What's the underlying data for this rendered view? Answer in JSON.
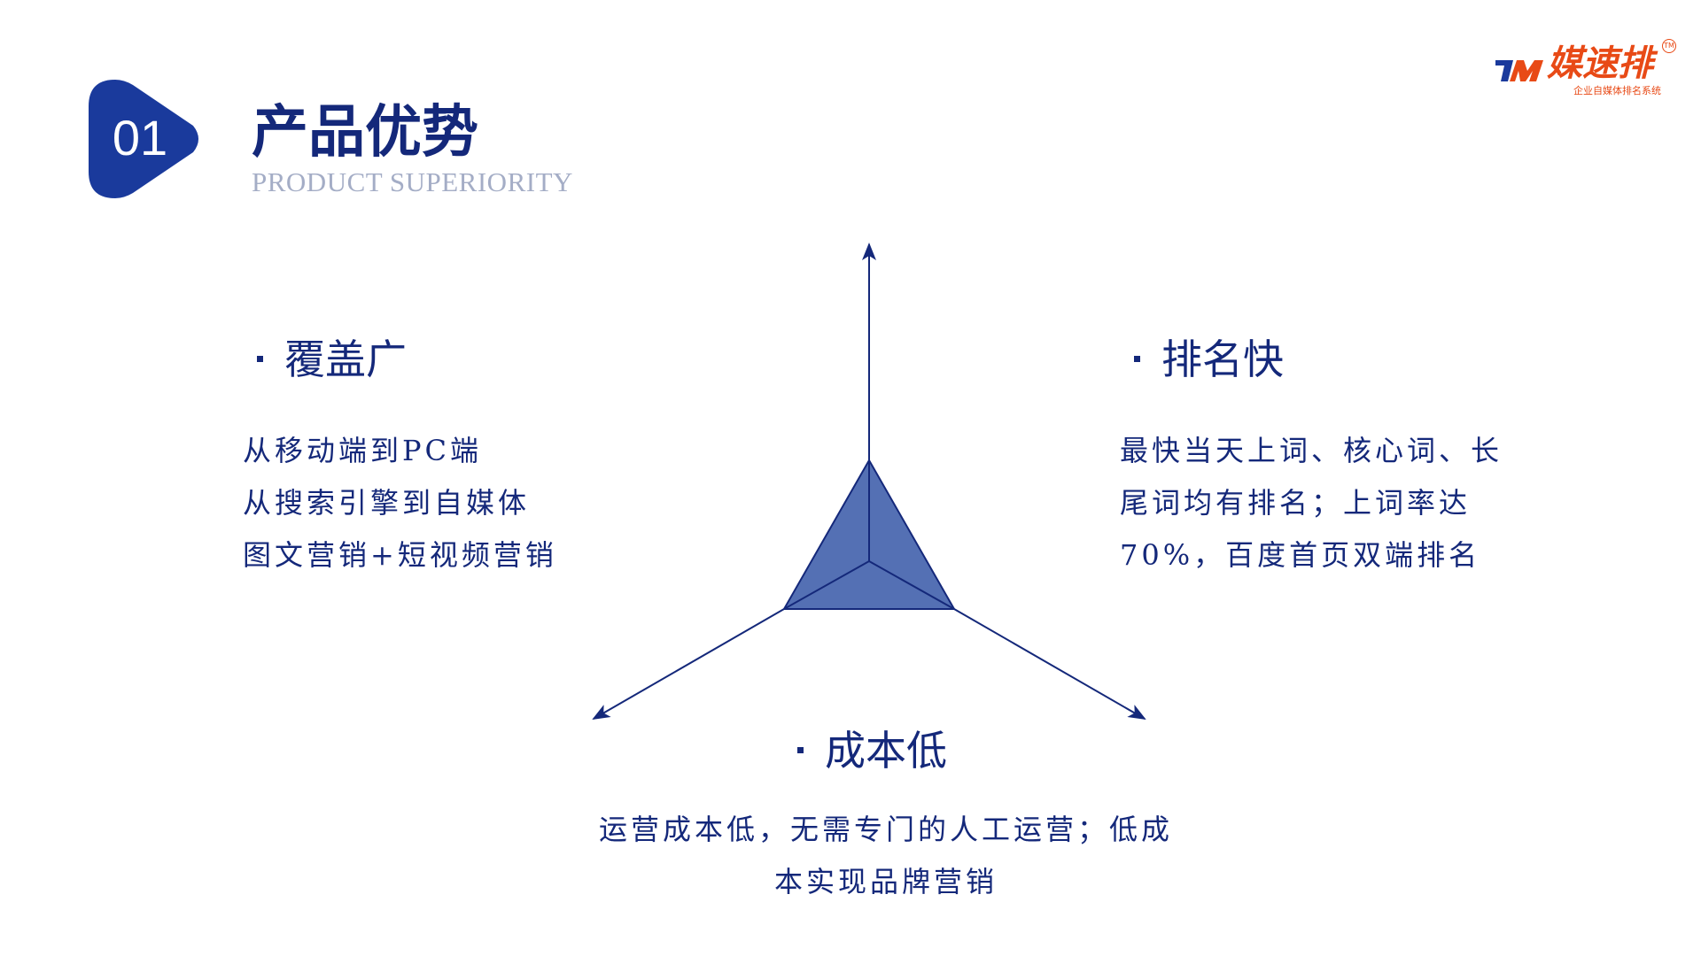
{
  "header": {
    "number": "01",
    "title": "产品优势",
    "subtitle": "PRODUCT SUPERIORITY"
  },
  "logo": {
    "name": "媒速排",
    "trademark": "TM",
    "tagline": "企业自媒体排名系统"
  },
  "points": [
    {
      "title": "覆盖广",
      "lines": [
        "从移动端到PC端",
        "从搜索引擎到自媒体",
        "图文营销+短视频营销"
      ]
    },
    {
      "title": "排名快",
      "lines": [
        "最快当天上词、核心词、长",
        "尾词均有排名；上词率达",
        "70%，百度首页双端排名"
      ]
    },
    {
      "title": "成本低",
      "lines": [
        "运营成本低，无需专门的人工运营；低成",
        "本实现品牌营销"
      ]
    }
  ],
  "colors": {
    "primary": "#14287a",
    "badge": "#1a3a9c",
    "triangle_fill": "#5470b4",
    "subtitle": "#a4adc6",
    "logo": "#e84a16"
  }
}
